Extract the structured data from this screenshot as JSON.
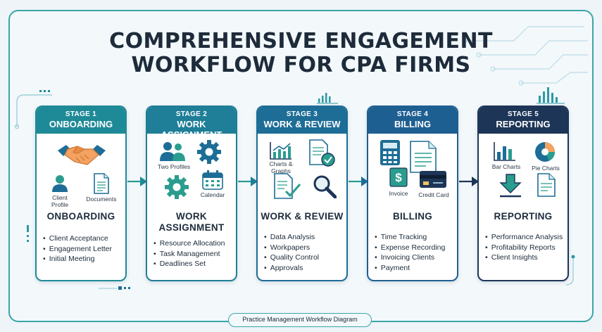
{
  "title_lines": [
    "COMPREHENSIVE ENGAGEMENT",
    "WORKFLOW FOR CPA FIRMS"
  ],
  "footer": "Practice Management Workflow Diagram",
  "colors": {
    "frame": "#3aa6a8",
    "stage1": "#1f8a97",
    "stage2": "#1f7e98",
    "stage3": "#1d6d96",
    "stage4": "#1e5f92",
    "stage5": "#1d3557",
    "title": "#1d2b3a"
  },
  "stages": [
    {
      "stage_label": "STAGE 1",
      "header": "ONBOARDING",
      "icon_captions": [
        "Client\nProfile",
        "Documents"
      ],
      "icons": [
        "handshake-icon",
        "client-profile-icon",
        "documents-icon"
      ],
      "name_lines": [
        "ONBOARDING"
      ],
      "tasks": [
        "Client Acceptance",
        "Engagement Letter",
        "Initial Meeting"
      ]
    },
    {
      "stage_label": "STAGE 2",
      "header": "WORK ASSIGNMENT",
      "icon_captions": [
        "Two Profiles",
        "Calendar"
      ],
      "icons": [
        "two-profiles-icon",
        "gear-icon",
        "gear-icon",
        "calendar-icon"
      ],
      "name_lines": [
        "WORK",
        "ASSIGNMENT"
      ],
      "tasks": [
        "Resource Allocation",
        "Task Management",
        "Deadlines Set"
      ]
    },
    {
      "stage_label": "STAGE 3",
      "header": "WORK & REVIEW",
      "icon_captions": [
        "Charts &\nGraphs"
      ],
      "icons": [
        "charts-graphs-icon",
        "approved-document-icon",
        "checklist-icon",
        "magnifier-icon"
      ],
      "name_lines": [
        "WORK & REVIEW"
      ],
      "tasks": [
        "Data Analysis",
        "Workpapers",
        "Quality Control",
        "Approvals"
      ]
    },
    {
      "stage_label": "STAGE 4",
      "header": "BILLING",
      "icon_captions": [
        "Invoice",
        "Credit Card"
      ],
      "icons": [
        "calculator-icon",
        "document-icon",
        "invoice-icon",
        "credit-card-icon"
      ],
      "name_lines": [
        "BILLING"
      ],
      "tasks": [
        "Time Tracking",
        "Expense Recording",
        "Invoicing Clients",
        "Payment"
      ]
    },
    {
      "stage_label": "STAGE 5",
      "header": "REPORTING",
      "icon_captions": [
        "Bar Charts",
        "Pie Charts"
      ],
      "icons": [
        "bar-chart-icon",
        "pie-chart-icon",
        "download-icon",
        "report-icon"
      ],
      "name_lines": [
        "REPORTING"
      ],
      "tasks": [
        "Performance Analysis",
        "Profitability Reports",
        "Client Insights"
      ]
    }
  ]
}
